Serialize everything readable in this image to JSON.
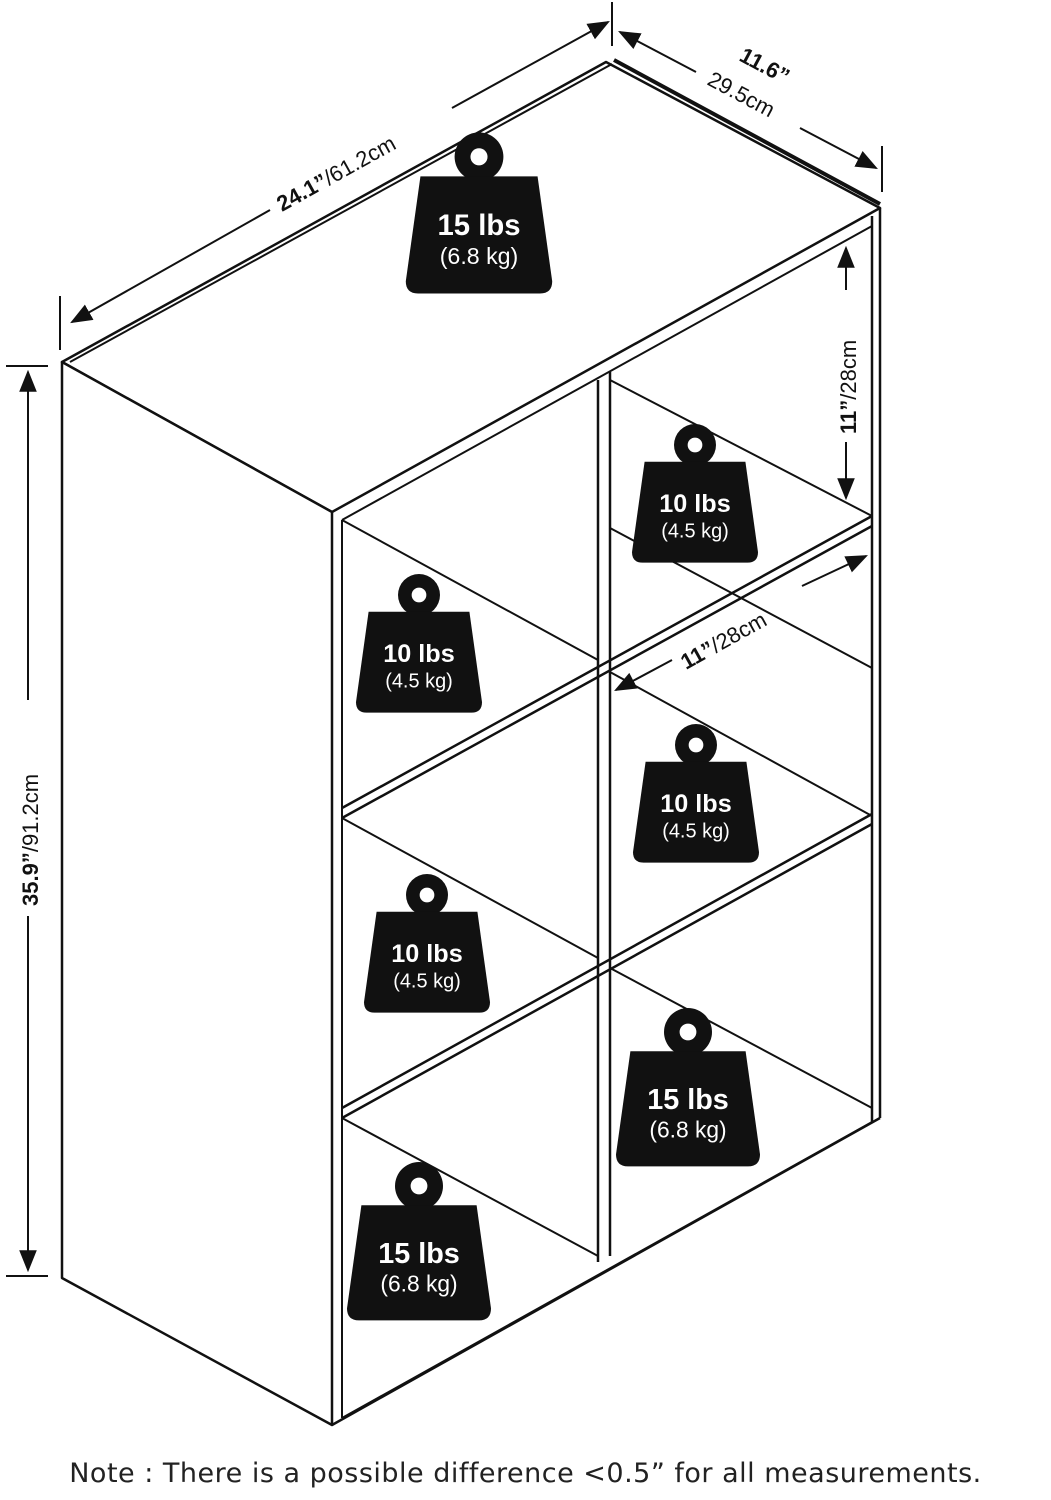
{
  "dimensions": {
    "width": {
      "imperial": "24.1”",
      "metric": "/61.2cm"
    },
    "depth": {
      "imperial": "11.6”",
      "metric": "29.5cm"
    },
    "height": {
      "imperial": "35.9”",
      "metric": "/91.2cm"
    },
    "cube_height": {
      "imperial": "11”",
      "metric": "/28cm"
    },
    "cube_depth": {
      "imperial": "11”",
      "metric": "/28cm"
    }
  },
  "weights": {
    "top": {
      "lbs": "15 lbs",
      "kg": "(6.8 kg)"
    },
    "right_upper": {
      "lbs": "10 lbs",
      "kg": "(4.5 kg)"
    },
    "left_upper": {
      "lbs": "10 lbs",
      "kg": "(4.5 kg)"
    },
    "right_middle": {
      "lbs": "10 lbs",
      "kg": "(4.5 kg)"
    },
    "left_middle": {
      "lbs": "10 lbs",
      "kg": "(4.5 kg)"
    },
    "right_lower": {
      "lbs": "15 lbs",
      "kg": "(6.8 kg)"
    },
    "left_lower": {
      "lbs": "15 lbs",
      "kg": "(6.8 kg)"
    }
  },
  "note": "Note : There is a possible difference <0.5” for all measurements."
}
